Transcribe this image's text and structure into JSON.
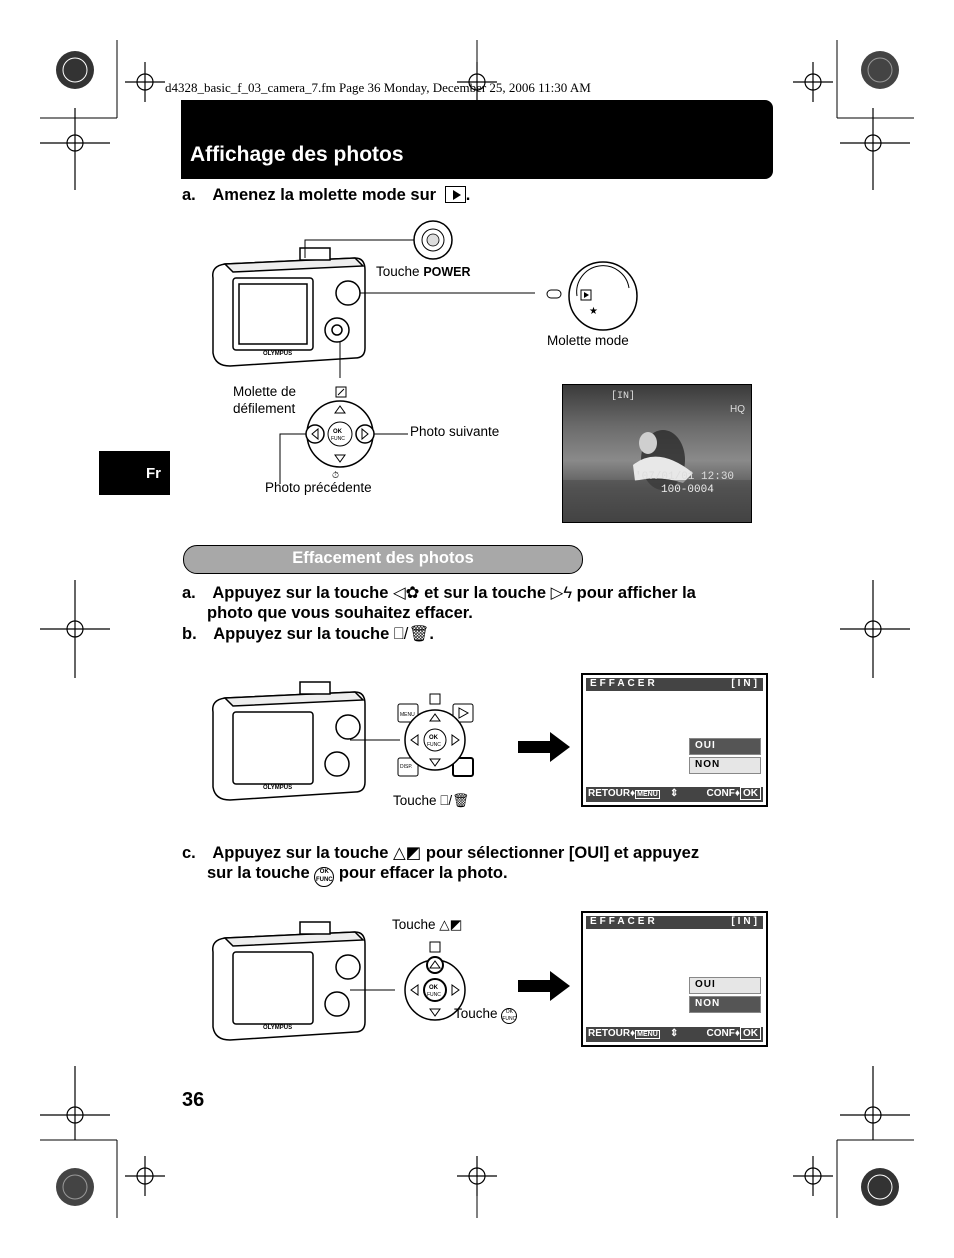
{
  "header_meta": "d4328_basic_f_03_camera_7.fm  Page 36  Monday, December 25, 2006  11:30 AM",
  "section_title": "Affichage des photos",
  "side_tab": "Fr",
  "page_number": "36",
  "step_view": {
    "letter": "a.",
    "text": "Amenez la molette mode sur",
    "end": "."
  },
  "camera_labels": {
    "power_prefix": "Touche",
    "power_key": "POWER",
    "mode_dial": "Molette mode",
    "scroll_dial_1": "Molette de",
    "scroll_dial_2": "défilement",
    "next_photo": "Photo suivante",
    "prev_photo": "Photo précédente"
  },
  "lcd_preview": {
    "memory": "[IN]",
    "quality": "HQ",
    "date": "'07/01/01  12:30",
    "file_no": "100-0004"
  },
  "subsection_title": "Effacement des photos",
  "steps_erase": {
    "a_letter": "a.",
    "a_line1_p1": "Appuyez sur la touche",
    "a_line1_p2": "et sur la touche",
    "a_line1_p3": "pour afficher la",
    "a_line2": "photo que vous souhaitez effacer.",
    "b_letter": "b.",
    "b_text": "Appuyez sur la touche",
    "b_end": ".",
    "c_letter": "c.",
    "c_line1_p1": "Appuyez sur la touche",
    "c_line1_p2": "pour sélectionner [OUI] et appuyez",
    "c_line2_p1": "sur la touche",
    "c_line2_p2": "pour effacer la photo."
  },
  "button_labels": {
    "touche": "Touche",
    "menu": "MENU",
    "disp": "DISP.",
    "ok": "OK",
    "func": "FUNC"
  },
  "erase_screen": {
    "title": "EFFACER",
    "memory": "[IN]",
    "yes": "OUI",
    "no": "NON",
    "back": "RETOUR",
    "back_key": "MENU",
    "confirm": "CONF",
    "confirm_key": "OK"
  },
  "erase_screens_state": [
    {
      "selected": "no"
    },
    {
      "selected": "yes"
    }
  ]
}
